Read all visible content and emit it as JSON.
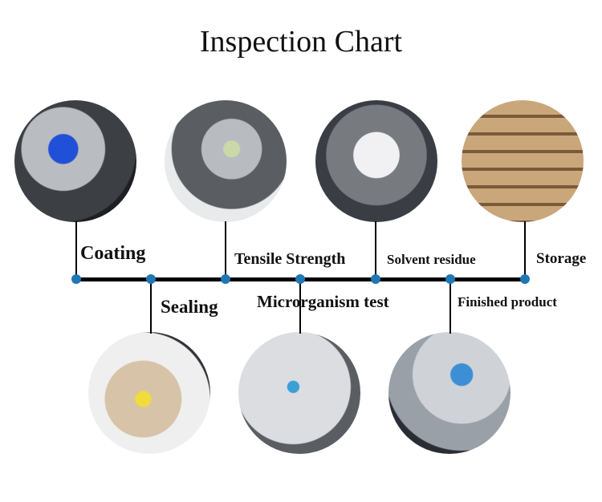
{
  "title": "Inspection Chart",
  "accent_color": "#1f77b4",
  "steps_top": [
    {
      "label": "Coating",
      "photo": "coating-photo"
    },
    {
      "label": "Tensile Strength",
      "photo": "tensile-strength-photo"
    },
    {
      "label": "Solvent residue",
      "photo": "solvent-residue-photo"
    },
    {
      "label": "Storage",
      "photo": "storage-photo"
    }
  ],
  "steps_bottom": [
    {
      "label": "Sealing",
      "photo": "sealing-photo"
    },
    {
      "label": "Microrganism test",
      "photo": "microorganism-test-photo"
    },
    {
      "label": "Finished product",
      "photo": "finished-product-photo"
    }
  ]
}
